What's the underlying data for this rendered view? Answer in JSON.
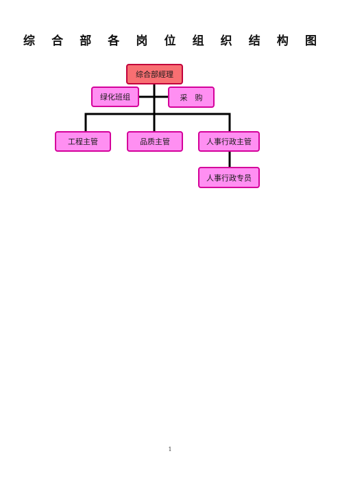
{
  "title_chars": [
    "综",
    "合",
    "部",
    "各",
    "岗",
    "位",
    "组",
    "织",
    "结",
    "构",
    "图"
  ],
  "nodes": {
    "manager": "综合部經理",
    "greening": "绿化班组",
    "purchasing": "采　购",
    "engineering": "工程主管",
    "quality": "品质主管",
    "hr_admin_supervisor": "人事行政主管",
    "hr_admin_specialist": "人事行政专员"
  },
  "colors": {
    "root_fill": "#f86f72",
    "root_border": "#c2003b",
    "node_fill": "#ff8ff2",
    "node_border": "#d4009a",
    "connector": "#000000"
  },
  "page_number": "1"
}
